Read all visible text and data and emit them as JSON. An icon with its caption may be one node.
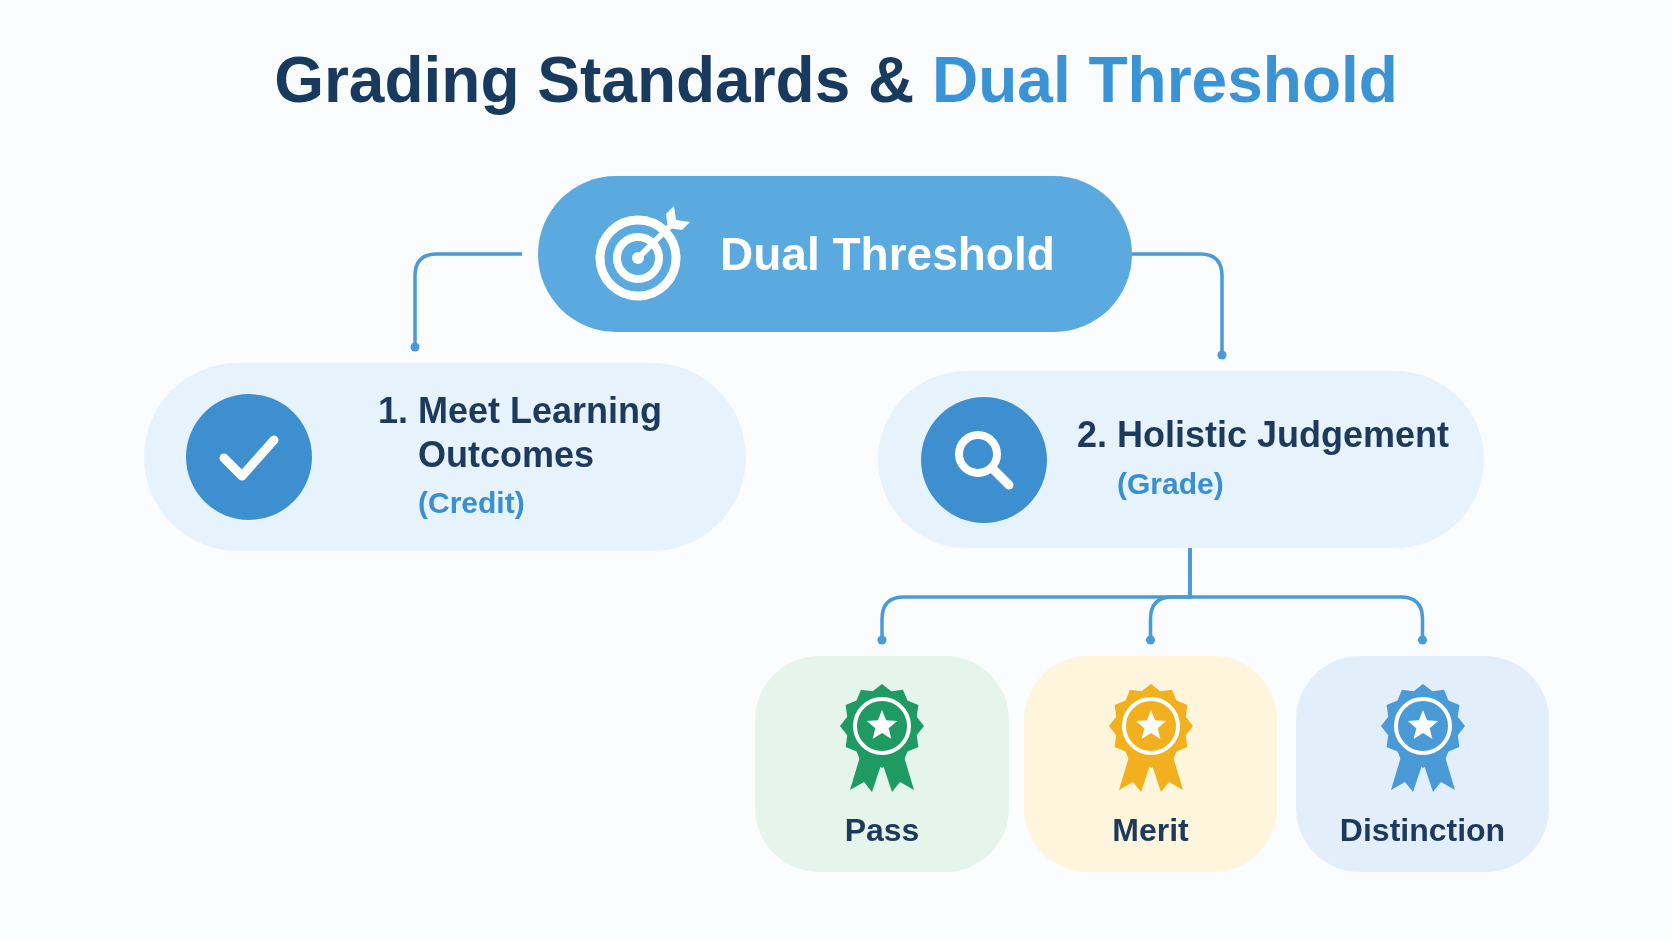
{
  "diagram": {
    "title": "Grading Standards & Dual Threshold",
    "nodes": [
      {
        "text": [
          "Dual Threshold"
        ]
      },
      {
        "text": [
          "1. Meet Learning Outcomes",
          "(Credit)"
        ]
      },
      {
        "text": [
          "2. Holistic Judgement",
          "(Grade)"
        ]
      },
      {
        "text": [
          "Pass"
        ]
      },
      {
        "text": [
          "Merit"
        ]
      },
      {
        "text": [
          "Distinction"
        ]
      }
    ],
    "edges": [
      {
        "from": 0,
        "to": 1,
        "arrow": "other"
      },
      {
        "from": 0,
        "to": 2,
        "arrow": "other"
      },
      {
        "from": 2,
        "to": 3,
        "arrow": "other"
      },
      {
        "from": 2,
        "to": 4,
        "arrow": "other"
      },
      {
        "from": 2,
        "to": 5,
        "arrow": "other"
      }
    ]
  }
}
